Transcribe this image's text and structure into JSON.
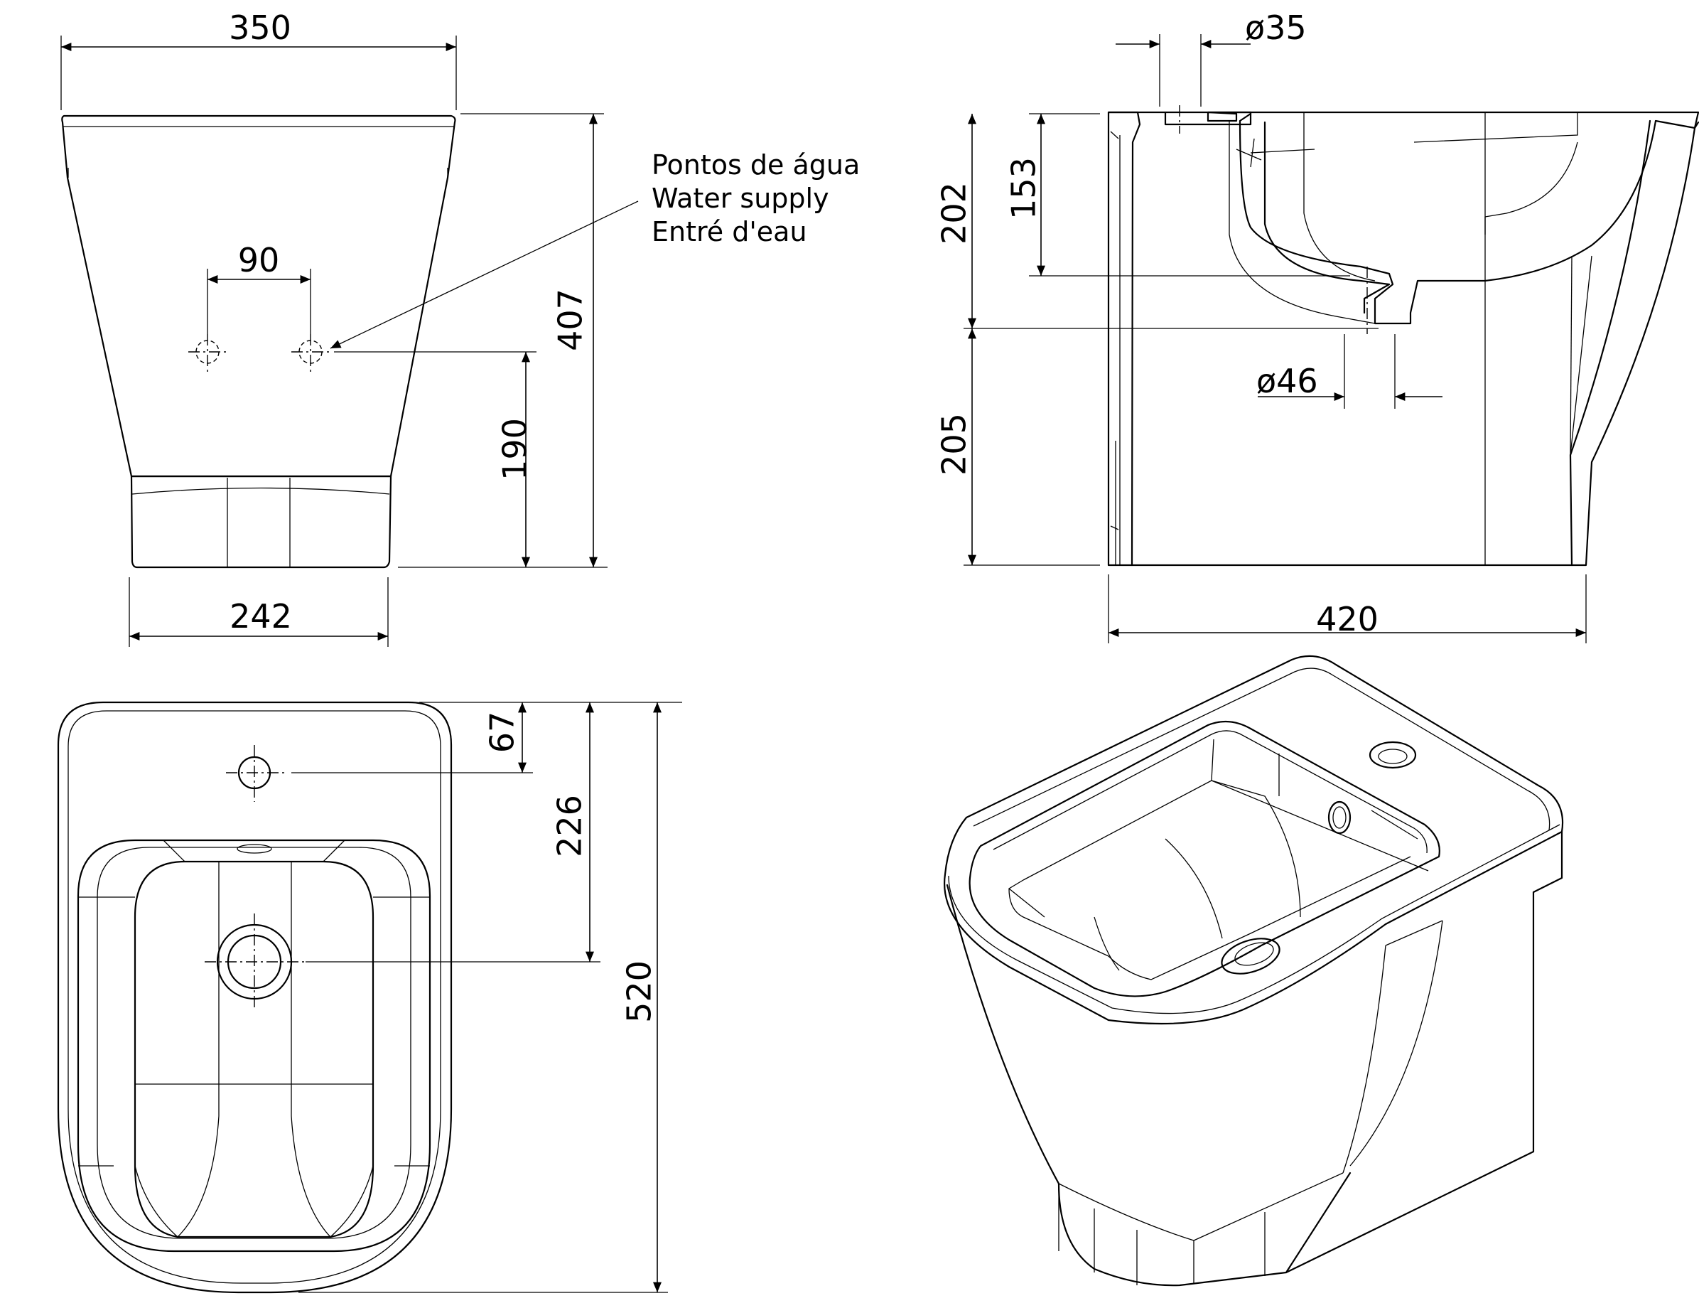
{
  "colors": {
    "line": "#000000",
    "background": "#ffffff"
  },
  "front_view": {
    "width_top": "350",
    "width_base": "242",
    "tap_spacing": "90",
    "tap_height": "190",
    "total_height": "407",
    "note": {
      "line1": "Pontos de água",
      "line2": "Water supply",
      "line3": "Entré d'eau"
    }
  },
  "side_view": {
    "inlet_diameter": "ø35",
    "outlet_diameter": "ø46",
    "rim_to_outlet": "153",
    "rim_to_waste": "202",
    "waste_height": "205",
    "depth": "420"
  },
  "top_view": {
    "tap_offset": "67",
    "drain_offset": "226",
    "length": "520"
  }
}
